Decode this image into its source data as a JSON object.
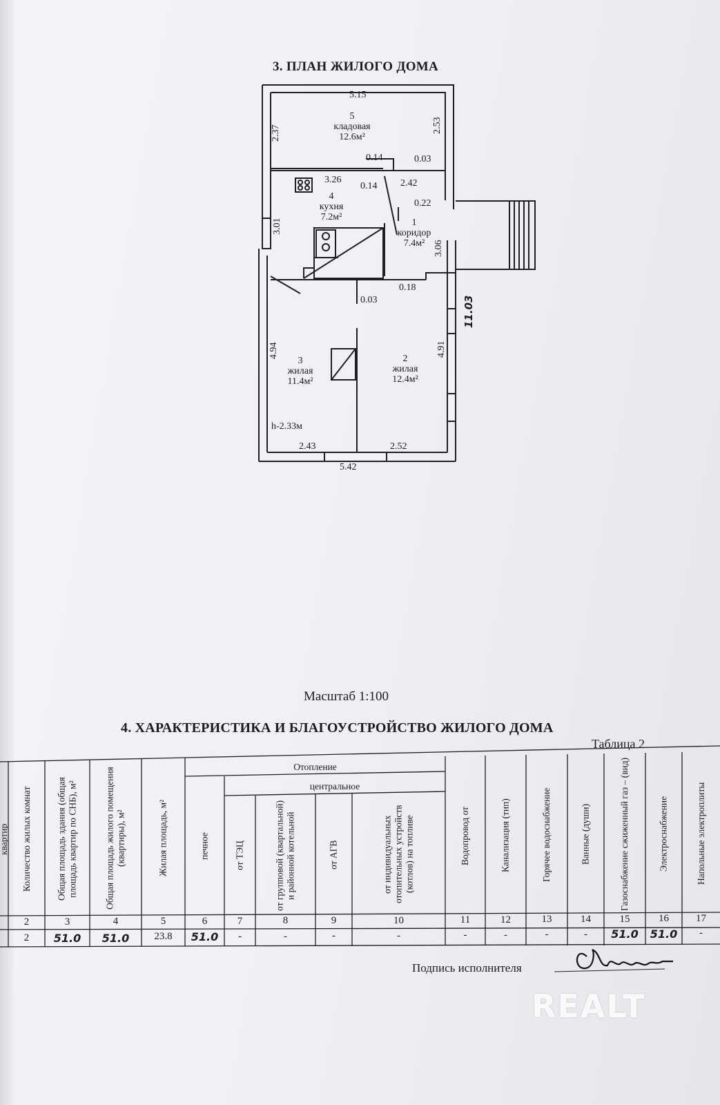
{
  "plan": {
    "title": "3. ПЛАН ЖИЛОГО ДОМА",
    "scale_label": "Масштаб 1:100",
    "height_label": "h-2.33м",
    "dims": {
      "top_width": "5.15",
      "storage_left": "2.37",
      "storage_right": "2.53",
      "d014a": "0.14",
      "d003a": "0.03",
      "kitchen_width": "3.26",
      "d014b": "0.14",
      "corridor_width": "2.42",
      "d022": "0.22",
      "kitchen_height": "3.01",
      "corridor_height": "3.06",
      "d003b": "0.03",
      "d018": "0.18",
      "total_length": "11.03",
      "left_room_height": "4.94",
      "right_room_height": "4.91",
      "bottom_left": "2.43",
      "bottom_right": "2.52",
      "bottom_total": "5.42"
    },
    "rooms": [
      {
        "num": "5",
        "name": "кладовая",
        "area": "12.6м²"
      },
      {
        "num": "4",
        "name": "кухня",
        "area": "7.2м²"
      },
      {
        "num": "1",
        "name": "коридор",
        "area": "7.4м²"
      },
      {
        "num": "3",
        "name": "жилая",
        "area": "11.4м²"
      },
      {
        "num": "2",
        "name": "жилая",
        "area": "12.4м²"
      }
    ]
  },
  "section4": {
    "title": "4. ХАРАКТЕРИСТИКА И БЛАГОУСТРОЙСТВО ЖИЛОГО ДОМА",
    "table_label": "Таблица 2",
    "group_heating": "Отопление",
    "group_central": "центральное",
    "headers": [
      "квартир",
      "Количество жилых комнат",
      "Общая площадь здания (общая площадь квартир по СНБ), м²",
      "Общая площадь жилого помещения (квартиры), м²",
      "Жилая площадь, м²",
      "печное",
      "от ТЭЦ",
      "от групповой (квартальной) и районной котельной",
      "от АГВ",
      "от индивидуальных отопительных устройств (котлов) на топливе",
      "Водопровод от",
      "Канализация (тип)",
      "Горячее водоснабжение",
      "Ванные (души)",
      "Газоснабжение сжиженный газ – (вид)",
      "Электроснабжение",
      "Напольные электроплиты"
    ],
    "col_numbers": [
      "",
      "2",
      "3",
      "4",
      "5",
      "6",
      "7",
      "8",
      "9",
      "10",
      "11",
      "12",
      "13",
      "14",
      "15",
      "16",
      "17"
    ],
    "row_values": [
      "",
      "2",
      "51.0",
      "51.0",
      "23.8",
      "51.0",
      "-",
      "-",
      "-",
      "-",
      "-",
      "-",
      "-",
      "-",
      "51.0",
      "51.0",
      "-"
    ],
    "signature_label": "Подпись исполнителя"
  },
  "watermark": "REALT"
}
